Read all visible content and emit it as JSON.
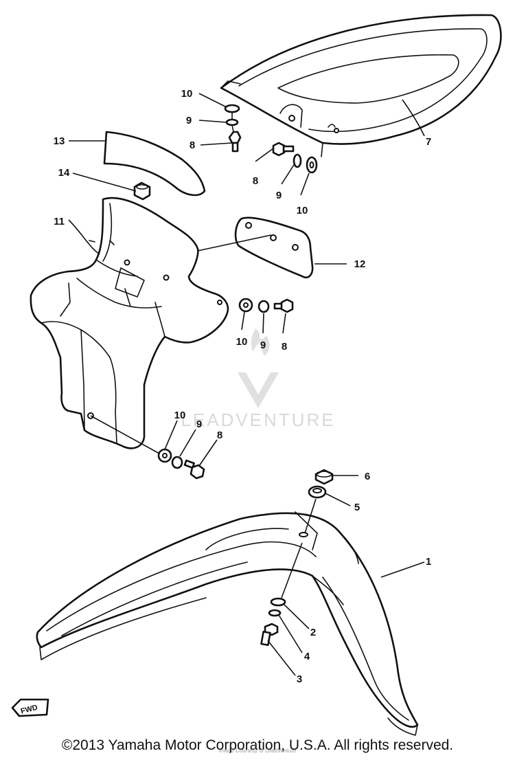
{
  "diagram": {
    "callouts": [
      {
        "id": "c1",
        "label": "1"
      },
      {
        "id": "c2",
        "label": "2"
      },
      {
        "id": "c3",
        "label": "3"
      },
      {
        "id": "c4",
        "label": "4"
      },
      {
        "id": "c5",
        "label": "5"
      },
      {
        "id": "c6",
        "label": "6"
      },
      {
        "id": "c7",
        "label": "7"
      },
      {
        "id": "c8a",
        "label": "8"
      },
      {
        "id": "c8b",
        "label": "8"
      },
      {
        "id": "c8c",
        "label": "8"
      },
      {
        "id": "c8d",
        "label": "8"
      },
      {
        "id": "c9a",
        "label": "9"
      },
      {
        "id": "c9b",
        "label": "9"
      },
      {
        "id": "c9c",
        "label": "9"
      },
      {
        "id": "c9d",
        "label": "9"
      },
      {
        "id": "c10a",
        "label": "10"
      },
      {
        "id": "c10b",
        "label": "10"
      },
      {
        "id": "c10c",
        "label": "10"
      },
      {
        "id": "c10d",
        "label": "10"
      },
      {
        "id": "c11",
        "label": "11"
      },
      {
        "id": "c12",
        "label": "12"
      },
      {
        "id": "c13",
        "label": "13"
      },
      {
        "id": "c14",
        "label": "14"
      }
    ],
    "fwd_mark": "FWD",
    "watermark": "LEADVENTURE",
    "copyright": "©2013 Yamaha Motor Corporation, U.S.A. All rights reserved.",
    "faint_caption": "Image Courtesy of LeadVenture"
  }
}
